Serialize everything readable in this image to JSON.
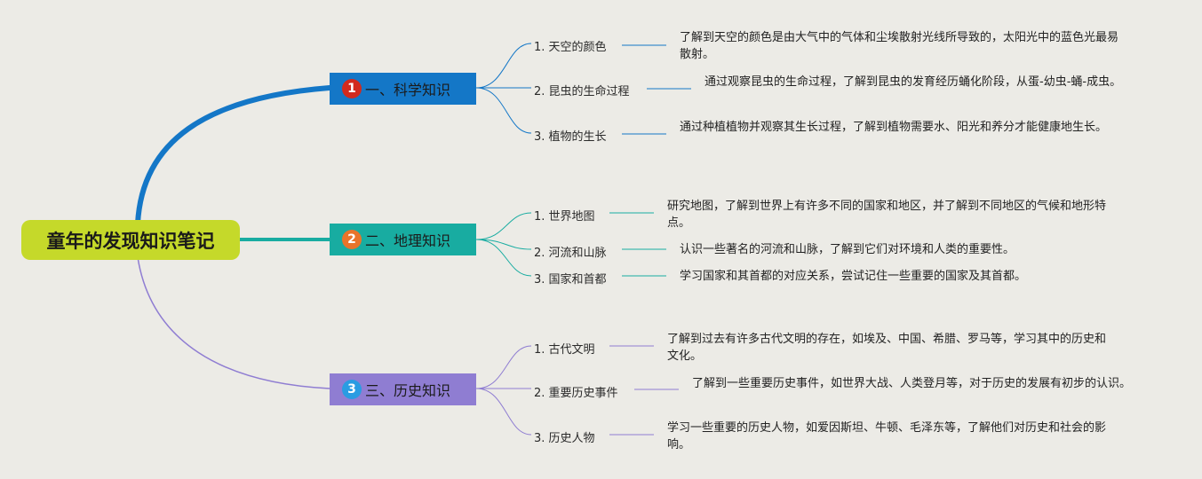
{
  "root": {
    "title": "童年的发现知识笔记"
  },
  "branches": [
    {
      "number": "1",
      "label": "一、科学知识",
      "color": "#1477c7",
      "badge_color": "#d22a1e",
      "items": [
        {
          "title": "1. 天空的颜色",
          "detail": "了解到天空的颜色是由大气中的气体和尘埃散射光线所导致的，太阳光中的蓝色光最易散射。"
        },
        {
          "title": "2. 昆虫的生命过程",
          "detail": "通过观察昆虫的生命过程，了解到昆虫的发育经历蛹化阶段，从蛋-幼虫-蛹-成虫。"
        },
        {
          "title": "3. 植物的生长",
          "detail": "通过种植植物并观察其生长过程，了解到植物需要水、阳光和养分才能健康地生长。"
        }
      ]
    },
    {
      "number": "2",
      "label": "二、地理知识",
      "color": "#18aca1",
      "badge_color": "#e9742a",
      "items": [
        {
          "title": "1. 世界地图",
          "detail": "研究地图，了解到世界上有许多不同的国家和地区，并了解到不同地区的气候和地形特点。"
        },
        {
          "title": "2. 河流和山脉",
          "detail": "认识一些著名的河流和山脉，了解到它们对环境和人类的重要性。"
        },
        {
          "title": "3. 国家和首都",
          "detail": "学习国家和其首都的对应关系，尝试记住一些重要的国家及其首都。"
        }
      ]
    },
    {
      "number": "3",
      "label": "三、历史知识",
      "color": "#8f7dd2",
      "badge_color": "#2a9ce2",
      "items": [
        {
          "title": "1. 古代文明",
          "detail": "了解到过去有许多古代文明的存在，如埃及、中国、希腊、罗马等，学习其中的历史和文化。"
        },
        {
          "title": "2. 重要历史事件",
          "detail": "了解到一些重要历史事件，如世界大战、人类登月等，对于历史的发展有初步的认识。"
        },
        {
          "title": "3. 历史人物",
          "detail": "学习一些重要的历史人物，如爱因斯坦、牛顿、毛泽东等，了解他们对历史和社会的影响。"
        }
      ]
    }
  ]
}
